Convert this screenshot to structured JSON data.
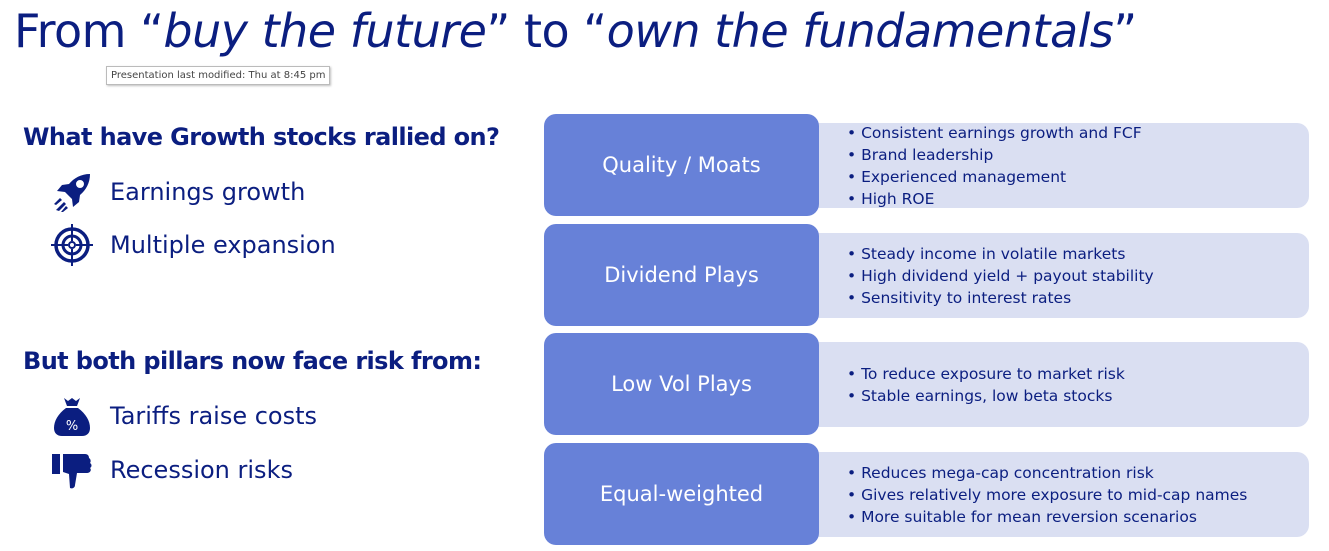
{
  "title": {
    "part1": "From “",
    "italic1": "buy the future",
    "part2": "” to “",
    "italic2": "own the fundamentals",
    "part3": "”"
  },
  "tooltip": "Presentation last modified: Thu at 8:45 pm",
  "left": {
    "heading1": "What have Growth stocks rallied on?",
    "drivers": [
      {
        "icon": "rocket-icon",
        "label": "Earnings growth"
      },
      {
        "icon": "target-icon",
        "label": "Multiple expansion"
      }
    ],
    "heading2": "But both pillars now face risk from:",
    "risks": [
      {
        "icon": "money-bag-percent-icon",
        "label": "Tariffs raise costs"
      },
      {
        "icon": "thumbs-down-icon",
        "label": "Recession risks"
      }
    ]
  },
  "strategies": [
    {
      "label": "Quality / Moats",
      "points": [
        "Consistent earnings growth and FCF",
        "Brand leadership",
        "Experienced management",
        "High ROE"
      ]
    },
    {
      "label": "Dividend Plays",
      "points": [
        "Steady income in volatile markets",
        "High dividend yield + payout stability",
        "Sensitivity to interest rates"
      ]
    },
    {
      "label": "Low Vol Plays",
      "points": [
        "To reduce exposure to market risk",
        "Stable earnings, low beta stocks"
      ]
    },
    {
      "label": "Equal-weighted",
      "points": [
        "Reduces mega-cap concentration risk",
        "Gives relatively more exposure to mid-cap names",
        "More suitable for mean reversion scenarios"
      ]
    }
  ],
  "colors": {
    "navy": "#0b1e80",
    "box": "#6781d8",
    "panel": "#dadff2"
  }
}
